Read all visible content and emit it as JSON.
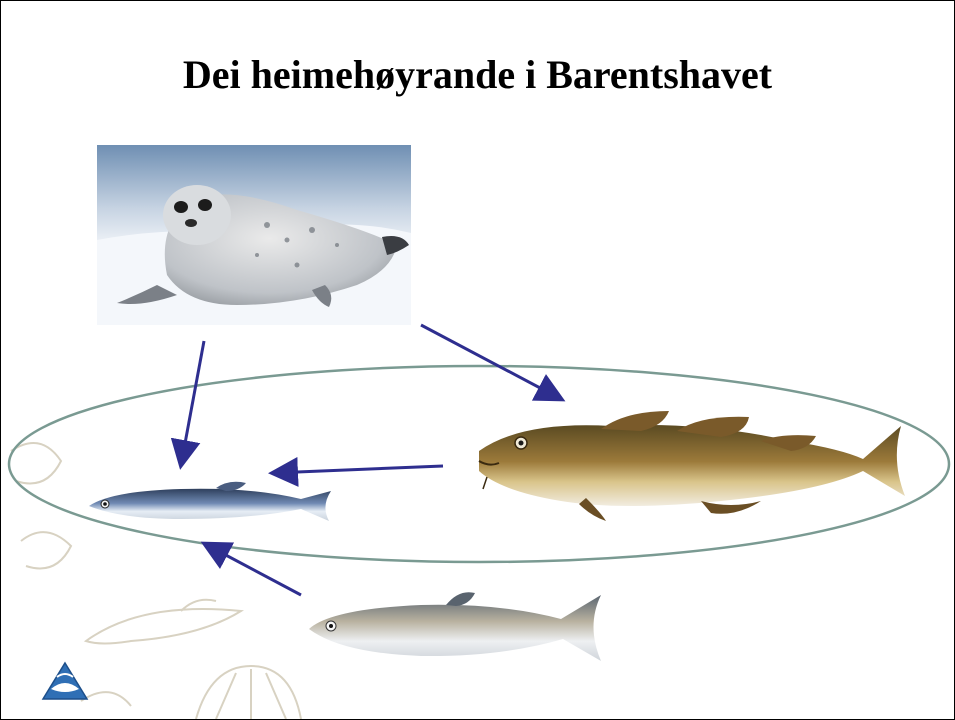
{
  "slide": {
    "title": "Dei heimehøyrande i Barentshavet"
  },
  "diagram": {
    "type": "food-web",
    "organisms": [
      {
        "id": "seal",
        "icon": "harp-seal-photo"
      },
      {
        "id": "cod",
        "icon": "cod-fish-photo"
      },
      {
        "id": "capelin",
        "icon": "capelin-fish-photo"
      },
      {
        "id": "herring",
        "icon": "herring-fish-photo"
      }
    ],
    "edges": [
      {
        "from": "seal",
        "to": "capelin"
      },
      {
        "from": "seal",
        "to": "cod"
      },
      {
        "from": "cod",
        "to": "capelin"
      },
      {
        "from": "herring",
        "to": "capelin"
      }
    ],
    "grouping": {
      "shape": "ellipse",
      "members": [
        "capelin",
        "cod"
      ]
    }
  },
  "colors": {
    "arrow": "#2e2e8f",
    "ellipse": "#7a9a92",
    "watermark": "#d8d2c2",
    "logo": "#2f6fb5"
  }
}
